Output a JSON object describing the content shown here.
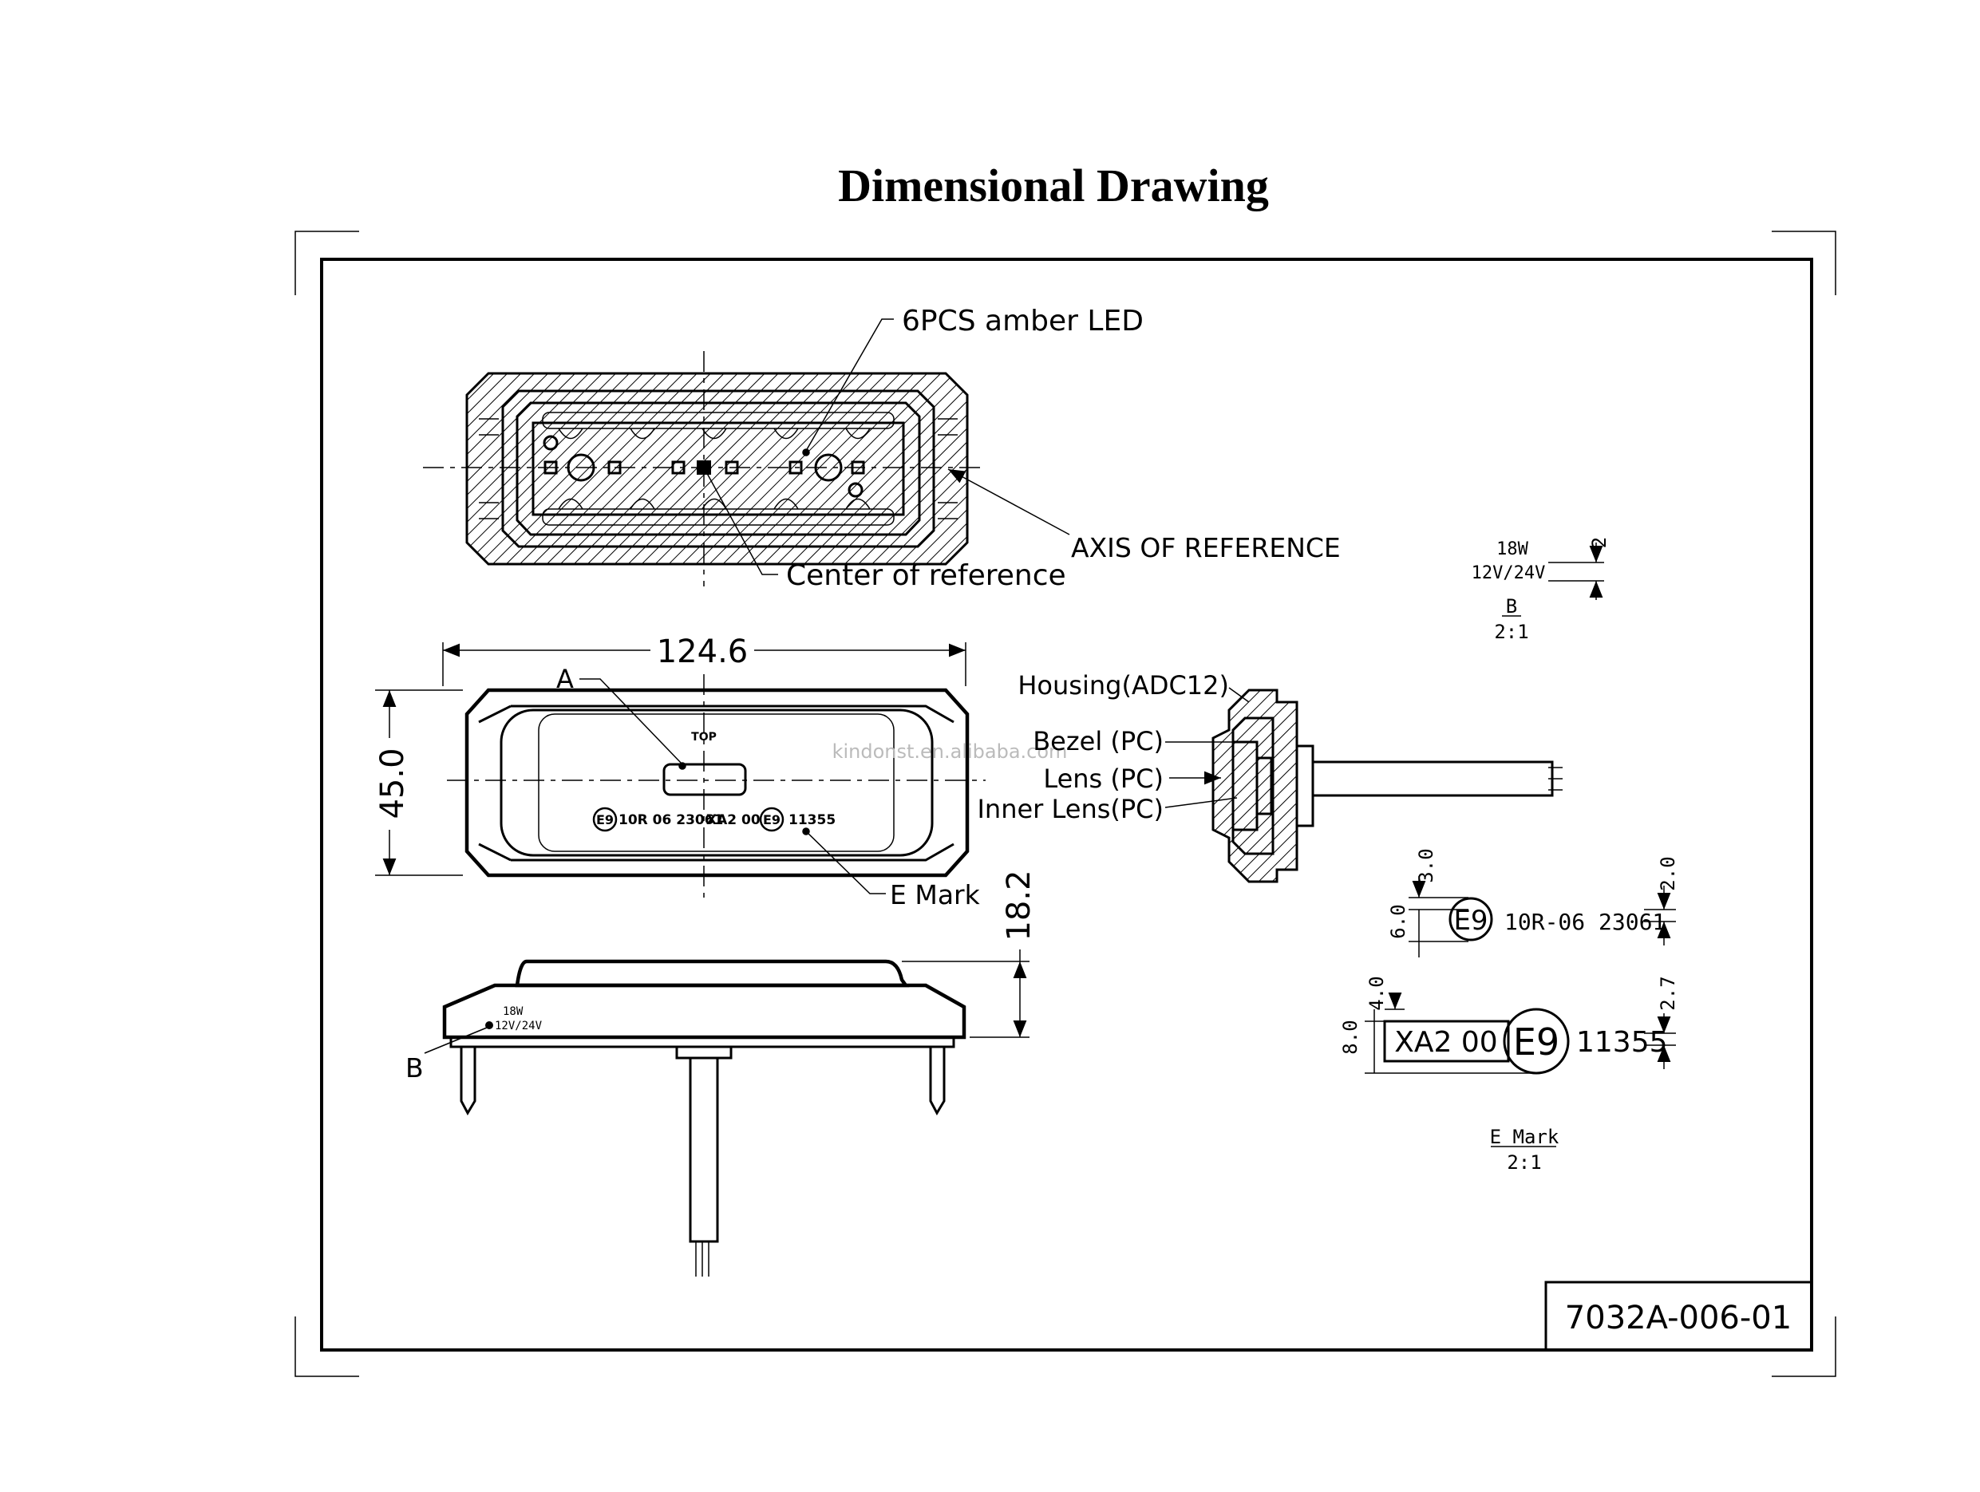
{
  "title": "Dimensional Drawing",
  "drawing_number": "7032A-006-01",
  "watermark": "kindonst.en.alibaba.com",
  "callouts": {
    "led": "6PCS amber LED",
    "axis": "AXIS OF REFERENCE",
    "center": "Center of reference",
    "a": "A",
    "b": "B",
    "emark": "E Mark",
    "housing": "Housing(ADC12)",
    "bezel": "Bezel (PC)",
    "lens": "Lens (PC)",
    "inner_lens": "Inner Lens(PC)"
  },
  "dimensions": {
    "width": "124.6",
    "height": "45.0",
    "depth": "18.2"
  },
  "front_marking": {
    "top": "TOP",
    "e_symbol": "E9",
    "line1": "10R 06 23061",
    "line2": "XA2 00",
    "line3": "11355"
  },
  "side_label": {
    "watt": "18W",
    "volt": "12V/24V"
  },
  "detail_b": {
    "watt": "18W",
    "volt": "12V/24V",
    "dim": "2",
    "label": "B",
    "scale": "2:1"
  },
  "detail_emark": {
    "line1_text": "10R-06  23061",
    "line2_left": "XA2 00",
    "line2_right": "11355",
    "e_symbol": "E9",
    "dim_3": "3.0",
    "dim_6": "6.0",
    "dim_2": "2.0",
    "dim_4": "4.0",
    "dim_8": "8.0",
    "dim_27": "2.7",
    "label": "E Mark",
    "scale": "2:1"
  }
}
